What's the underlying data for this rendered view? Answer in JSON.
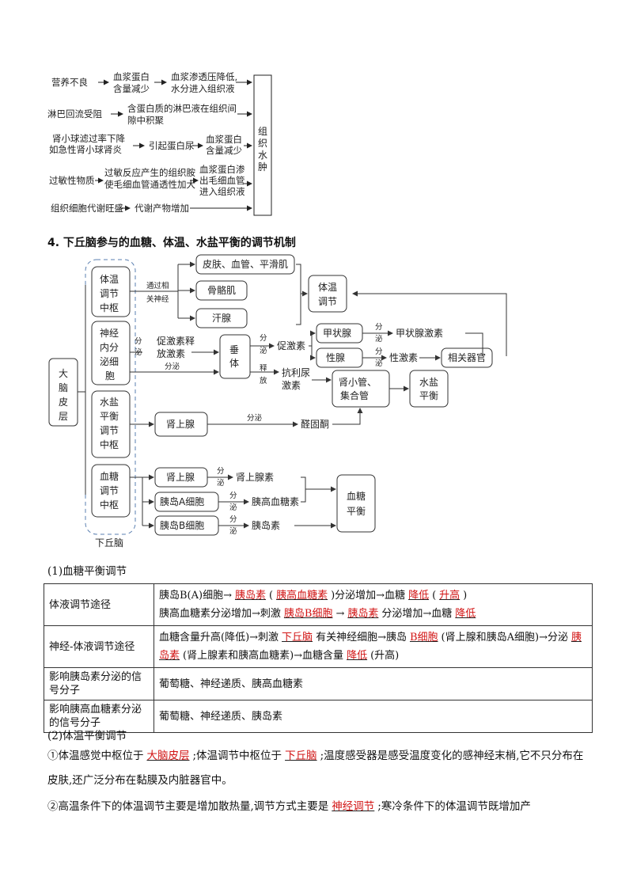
{
  "edema": {
    "causes": [
      "营养不良",
      "淋巴回流受阻",
      "肾小球滤过率下降",
      "如急性肾小球肾炎",
      "过敏性物质",
      "组织细胞代谢旺盛"
    ],
    "mid": [
      "血浆蛋白",
      "含量减少",
      "含蛋白质的淋巴液在组织间",
      "隙中积聚",
      "引起蛋白尿",
      "过敏反应产生的组织胺",
      "使毛细血管通透性加大",
      "代谢产物增加"
    ],
    "right": [
      "血浆渗透压降低,",
      "水分进入组织液",
      "血浆蛋白",
      "含量减少",
      "血浆蛋白渗",
      "出毛细血管",
      "进入组织液"
    ],
    "result": [
      "组",
      "织",
      "水",
      "肿"
    ]
  },
  "section4": {
    "title": "4. 下丘脑参与的血糖、体温、水盐平衡的调节机制"
  },
  "diagram": {
    "cortex": [
      "大",
      "脑",
      "皮",
      "层"
    ],
    "temp_center": [
      "体温",
      "调节",
      "中枢"
    ],
    "neuro_cell": [
      "神经",
      "内分",
      "泌细",
      "胞"
    ],
    "water_center": [
      "水盐",
      "平衡",
      "调节",
      "中枢"
    ],
    "sugar_center": [
      "血糖",
      "调节",
      "中枢"
    ],
    "hypothalamus": "下丘脑",
    "nerve_label": [
      "通过相",
      "关神经"
    ],
    "skin": "皮肤、血管、平滑肌",
    "muscle": "骨骼肌",
    "sweat": "汗腺",
    "temp_reg": [
      "体温",
      "调节"
    ],
    "secrete": "分泌",
    "secrete_v": [
      "分",
      "泌"
    ],
    "release_hormone": [
      "促激素释",
      "放激素"
    ],
    "pituitary": [
      "垂",
      "体"
    ],
    "release_v": [
      "分",
      "泌",
      "释",
      "放"
    ],
    "tsh": "促激素",
    "thyroid": "甲状腺",
    "thyroid_hormone": "甲状腺激素",
    "gonad": "性腺",
    "sex_hormone": "性激素",
    "target": "相关器官",
    "adh": [
      "抗利尿",
      "激素"
    ],
    "kidney": [
      "肾小管、",
      "集合管"
    ],
    "water_balance": [
      "水盐",
      "平衡"
    ],
    "adrenal": "肾上腺",
    "aldosterone": "醛固酮",
    "adrenal2": "肾上腺",
    "epinephrine": "肾上腺素",
    "alpha": "胰岛A细胞",
    "glucagon": "胰高血糖素",
    "beta": "胰岛B细胞",
    "insulin": "胰岛素",
    "sugar_balance": [
      "血糖",
      "平衡"
    ]
  },
  "glucose": {
    "heading": "(1)血糖平衡调节",
    "row1": {
      "head": "体液调节途径",
      "l1a": "胰岛B(A)细胞→",
      "a1": "胰岛素",
      "l1b": "(",
      "a2": "胰高血糖素",
      "l1c": ")分泌增加→血糖",
      "a3": "降低",
      "l1d": "(",
      "a4": "升高",
      "l1e": ")",
      "l2a": "胰高血糖素分泌增加→刺激",
      "a5": "胰岛B细胞",
      "l2b": "→",
      "a6": "胰岛素",
      "l2c": "分泌增加→血糖",
      "a7": "降低"
    },
    "row2": {
      "head": "神经-体液调节途径",
      "a": "血糖含量升高(降低)→刺激",
      "b1": "下丘脑",
      "b": "有关神经细胞→胰岛",
      "b2": "B细胞",
      "c": "(肾上腺和胰岛A细胞)→分泌",
      "b3": "胰岛素",
      "d": "(肾上腺素和胰高血糖素)→血糖含量",
      "b4": "降低",
      "e": "(升高)"
    },
    "row3": {
      "head": "影响胰岛素分泌的信号分子",
      "val": "葡萄糖、神经递质、胰高血糖素"
    },
    "row4": {
      "head": "影响胰高血糖素分泌的信号分子",
      "val": "葡萄糖、神经递质、胰岛素"
    }
  },
  "temperature": {
    "heading": "(2)体温平衡调节",
    "p1a": "①体温感觉中枢位于",
    "p1ans1": "大脑皮层",
    "p1b": ";体温调节中枢位于",
    "p1ans2": "下丘脑",
    "p1c": ";温度感受器是感受温度变化的感神经末梢,它不只分布在皮肤,还广泛分布在黏膜及内脏器官中。",
    "p2a": "②高温条件下的体温调节主要是增加散热量,调节方式主要是",
    "p2ans": "神经调节",
    "p2b": ";寒冷条件下的体温调节既增加产"
  }
}
